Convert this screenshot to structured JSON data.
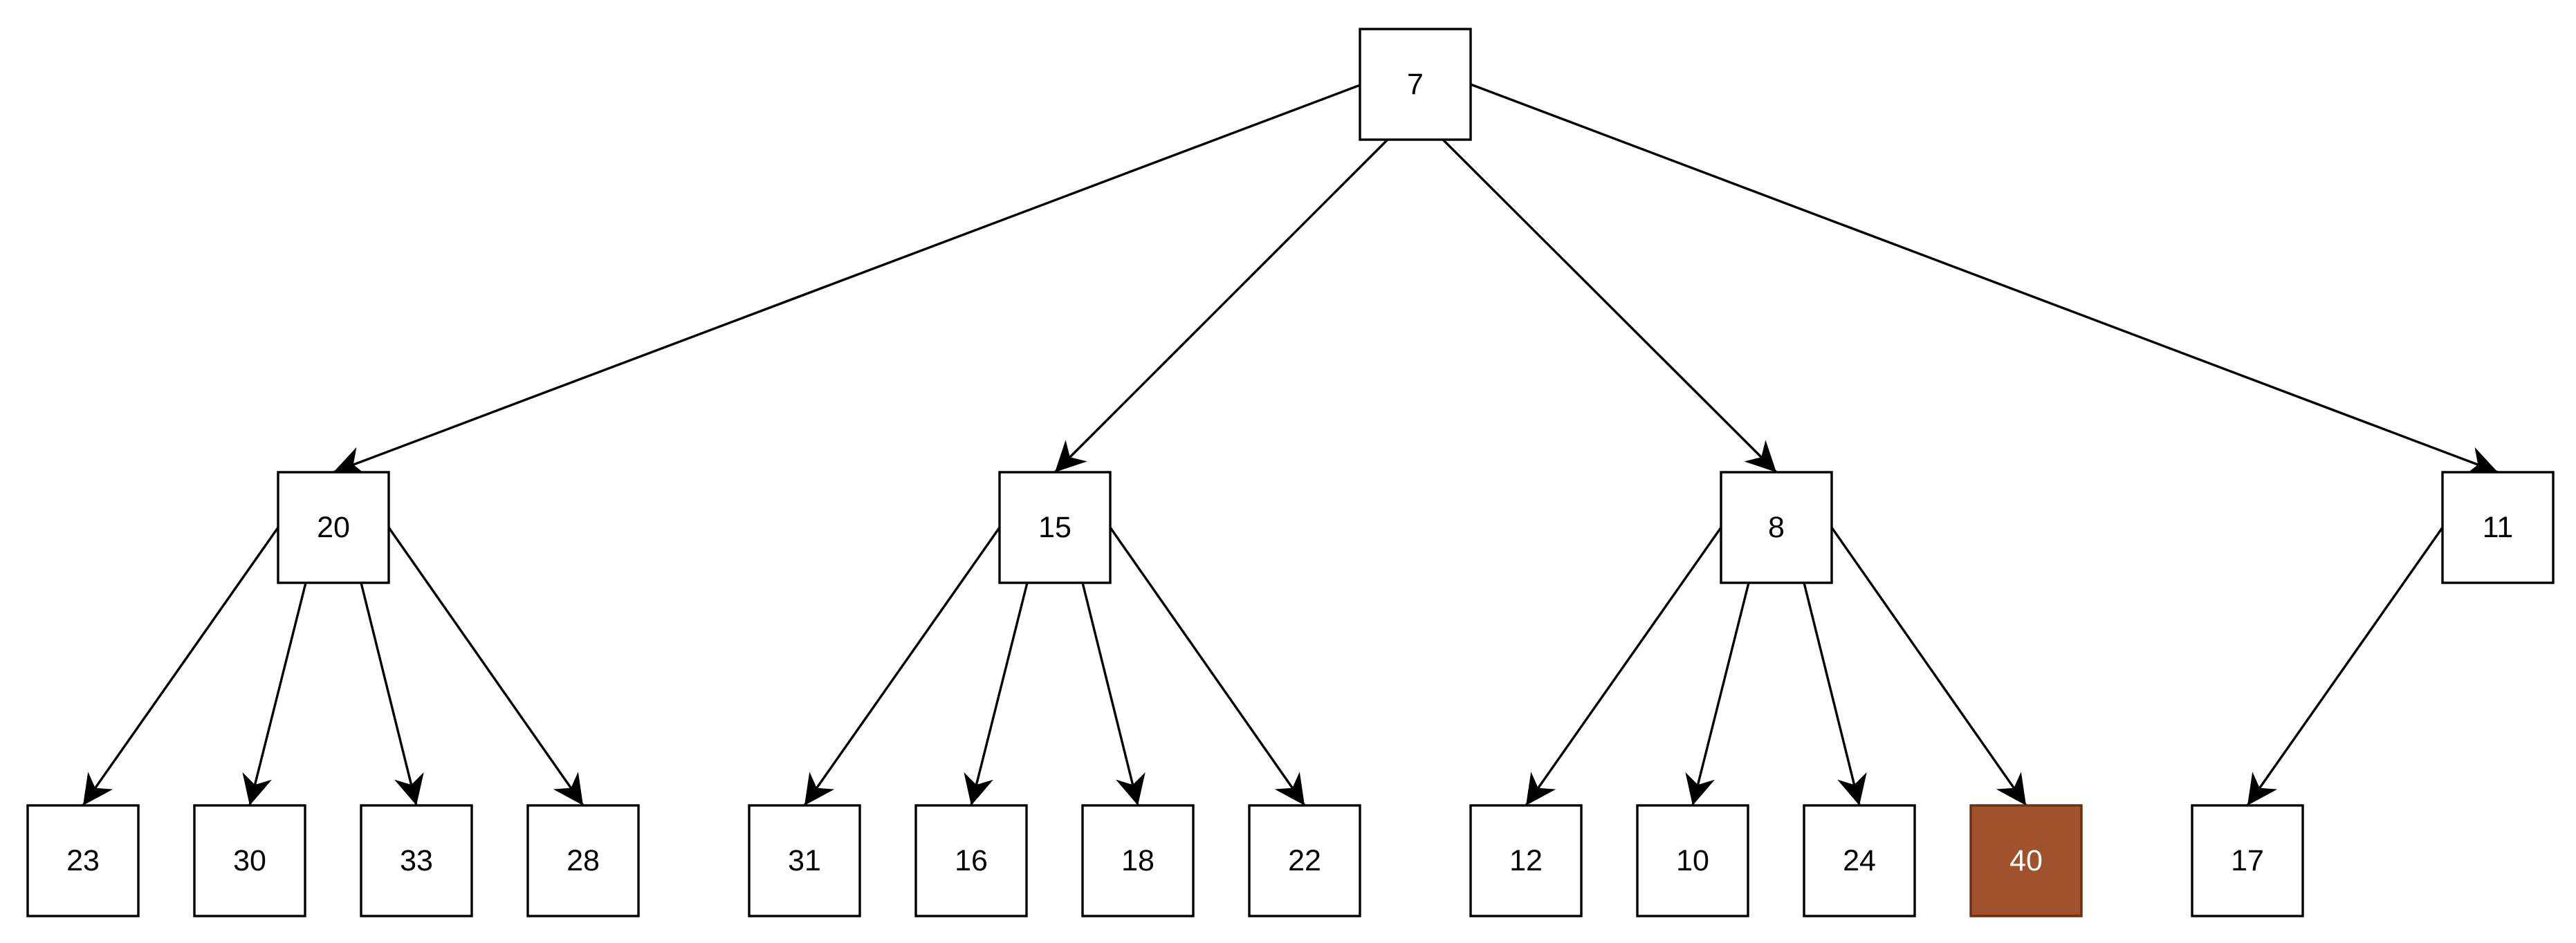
{
  "colors": {
    "node_fill": "#ffffff",
    "node_stroke": "#000000",
    "node_text": "#000000",
    "highlight_fill": "#a0522d",
    "highlight_stroke": "#6d2e12",
    "highlight_text": "#ffffff",
    "edge": "#000000"
  },
  "tree": {
    "root": {
      "id": "n7",
      "label": "7"
    },
    "level1": [
      {
        "id": "n20",
        "label": "20"
      },
      {
        "id": "n15",
        "label": "15"
      },
      {
        "id": "n8",
        "label": "8"
      },
      {
        "id": "n11",
        "label": "11"
      }
    ],
    "level2": [
      {
        "id": "n23",
        "label": "23",
        "parent": "n20"
      },
      {
        "id": "n30",
        "label": "30",
        "parent": "n20"
      },
      {
        "id": "n33",
        "label": "33",
        "parent": "n20"
      },
      {
        "id": "n28",
        "label": "28",
        "parent": "n20"
      },
      {
        "id": "n31",
        "label": "31",
        "parent": "n15"
      },
      {
        "id": "n16",
        "label": "16",
        "parent": "n15"
      },
      {
        "id": "n18",
        "label": "18",
        "parent": "n15"
      },
      {
        "id": "n22",
        "label": "22",
        "parent": "n15"
      },
      {
        "id": "n12",
        "label": "12",
        "parent": "n8"
      },
      {
        "id": "n10",
        "label": "10",
        "parent": "n8"
      },
      {
        "id": "n24",
        "label": "24",
        "parent": "n8"
      },
      {
        "id": "n40",
        "label": "40",
        "parent": "n8",
        "highlighted": true
      },
      {
        "id": "n17",
        "label": "17",
        "parent": "n11"
      }
    ]
  }
}
